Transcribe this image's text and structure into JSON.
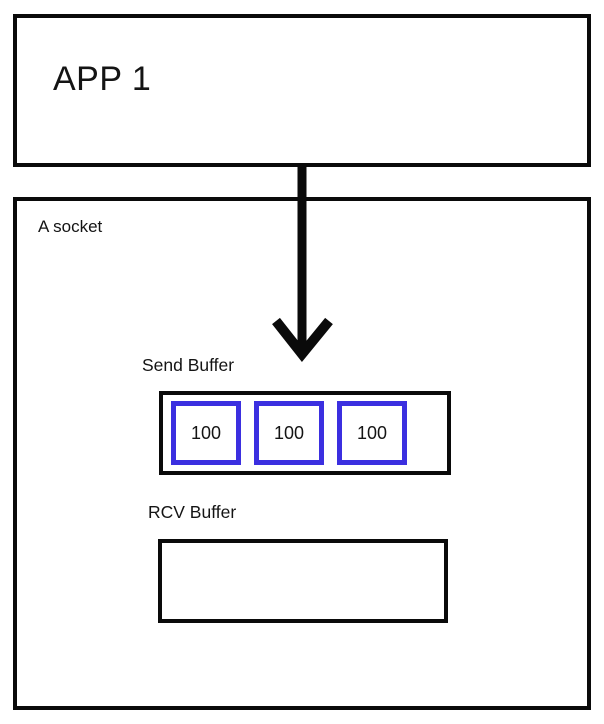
{
  "app_box": {
    "label": "APP 1"
  },
  "arrow": {
    "name": "app-to-socket-arrow",
    "direction": "down"
  },
  "socket_box": {
    "label": "A socket",
    "send_buffer": {
      "label": "Send Buffer",
      "segments": [
        {
          "value": "100"
        },
        {
          "value": "100"
        },
        {
          "value": "100"
        }
      ]
    },
    "rcv_buffer": {
      "label": "RCV Buffer",
      "segments": []
    }
  },
  "colors": {
    "ink": "#0a0a0a",
    "accent": "#3b2fe0",
    "bg": "#ffffff"
  }
}
